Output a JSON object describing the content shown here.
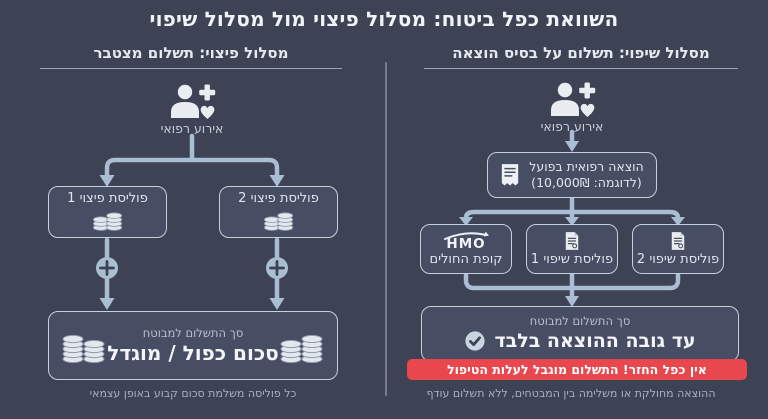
{
  "title": "השוואת כפל ביטוח: מסלול פיצוי מול מסלול שיפוי",
  "left": {
    "header": "מסלול פיצוי: תשלום מצטבר",
    "event_label": "אירוע רפואי",
    "policy_1": "פוליסת פיצוי 1",
    "policy_2": "פוליסת פיצוי 2",
    "total_caption": "סך התשלום למבוטח",
    "total_value": "סכום כפול / מוגדל",
    "footnote": "כל פוליסה משלמת סכום קבוע באופן עצמאי"
  },
  "right": {
    "header": "מסלול שיפוי: תשלום על בסיס הוצאה",
    "event_label": "אירוע רפואי",
    "expense_title": "הוצאה רפואית בפועל",
    "expense_example": "(לדוגמה: 10,000₪)",
    "hmo_logo": "HMO",
    "hmo_label": "קופת החולים",
    "policy_1": "פוליסת שיפוי 1",
    "policy_2": "פוליסת שיפוי 2",
    "total_caption": "סך התשלום למבוטח",
    "total_value": "עד גובה ההוצאה בלבד",
    "warning": "אין כפל החזר! התשלום מוגבל לעלות הטיפול",
    "footnote": "ההוצאה מחולקת או משלימה בין המבטחים, ללא תשלום עודף"
  },
  "colors": {
    "background": "#3d4254",
    "arrow": "#a9bdd3",
    "box_fill": "#474d62",
    "box_border": "#c5d0df",
    "warning_red": "#e8474d",
    "text_primary": "#f0f3f7",
    "text_muted": "#a7b1c2"
  }
}
